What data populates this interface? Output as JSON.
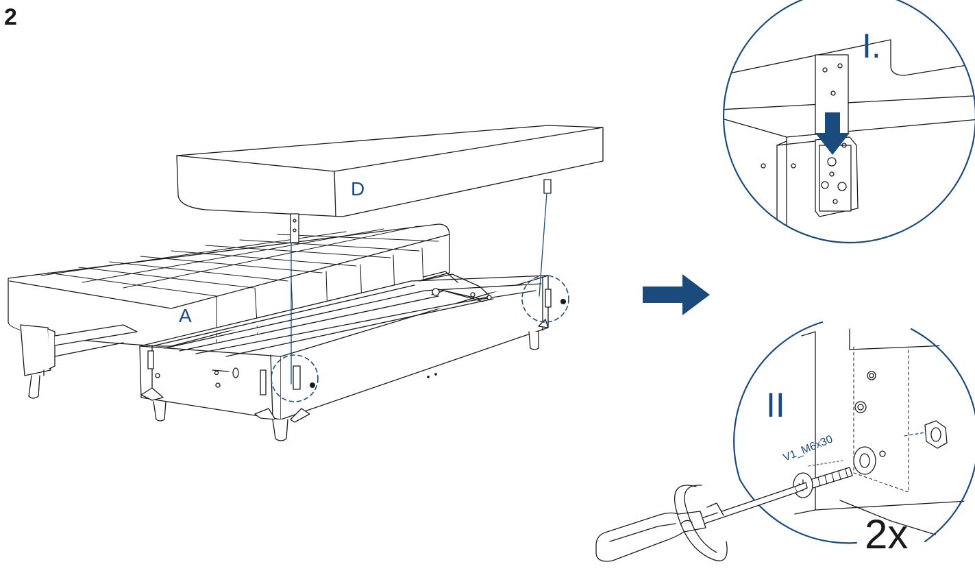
{
  "step_number": "2",
  "labels": {
    "upper_cushion": "D",
    "seat_module": "A",
    "detail_one": "I.",
    "detail_two": "II"
  },
  "screw_code": "V1_M6x30",
  "quantity": "2x",
  "colors": {
    "accent": "#1b4a7c",
    "line": "#1a1a1a",
    "background": "#ffffff"
  },
  "icons": {
    "direction_arrow": "arrow-right-icon",
    "push_arrow": "arrow-down-icon",
    "rotate_arrow": "rotate-clockwise-icon"
  }
}
